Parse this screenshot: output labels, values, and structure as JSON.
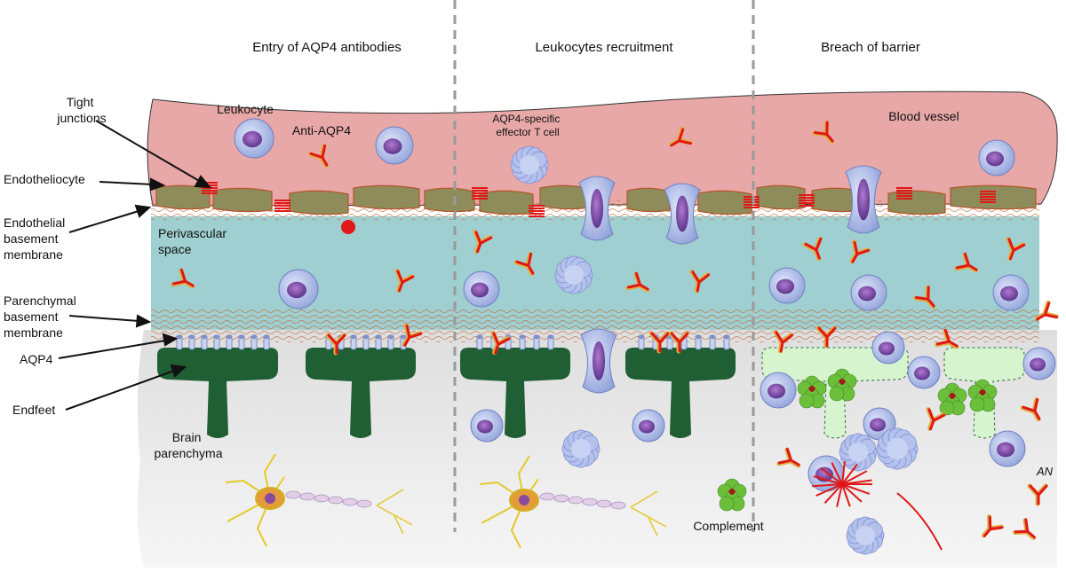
{
  "panels": [
    {
      "title": "Entry of AQP4 antibodies"
    },
    {
      "title": "Leukocytes recruitment"
    },
    {
      "title": "Breach of barrier"
    }
  ],
  "side_labels": {
    "tight_junctions": [
      "Tight",
      "junctions"
    ],
    "endotheliocyte": "Endotheliocyte",
    "endothelial_bm": [
      "Endothelial",
      "basement",
      "membrane"
    ],
    "parenchymal_bm": [
      "Parenchymal",
      "basement",
      "membrane"
    ],
    "aqp4": "AQP4",
    "endfeet": "Endfeet"
  },
  "region_labels": {
    "perivascular": [
      "Perivascular",
      "space"
    ],
    "brain": [
      "Brain",
      "parenchyma"
    ],
    "blood_vessel": "Blood vessel"
  },
  "cell_labels": {
    "leukocyte": "Leukocyte",
    "anti_aqp4": "Anti-AQP4",
    "t_cell": [
      "AQP4-specific",
      "effector T cell"
    ],
    "complement": "Complement"
  },
  "signature": "AN",
  "colors": {
    "blood": "#e8a8a8",
    "perivascular": "#9fcfd0",
    "brain": "#e4e4e4",
    "endothelium": "#8e8c5a",
    "endfeet": "#1f5f33",
    "endfeet_damaged": "#d6f5cf",
    "membrane": "#c46a3a",
    "antibody_red": "#e01818",
    "antibody_yellow": "#e0b040",
    "leukocyte": "#a9b8e8",
    "nucleus": "#6a3f9a",
    "complement": "#6cbf3a"
  }
}
